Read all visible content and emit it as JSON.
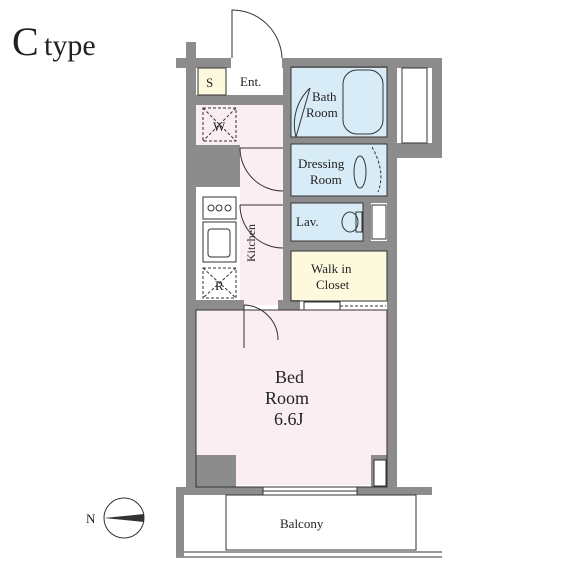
{
  "title": {
    "letter": "C",
    "suffix": "type"
  },
  "rooms": {
    "storage": "S",
    "entrance": "Ent.",
    "bath": [
      "Bath",
      "Room"
    ],
    "dressing": [
      "Dressing",
      "Room"
    ],
    "lavatory": "Lav.",
    "washer": "W",
    "kitchen": "Kitchen",
    "refrigerator": "R",
    "walk_in_closet": [
      "Walk in",
      "Closet"
    ],
    "bedroom": [
      "Bed",
      "Room",
      "6.6J"
    ],
    "balcony": "Balcony"
  },
  "compass": {
    "label": "N"
  },
  "colors": {
    "wall": "#8c8c8c",
    "wet_area": "#d8ecf7",
    "living": "#fbeef2",
    "closet": "#fcf9dc",
    "storage": "#fcf9dc",
    "line": "#333333"
  }
}
